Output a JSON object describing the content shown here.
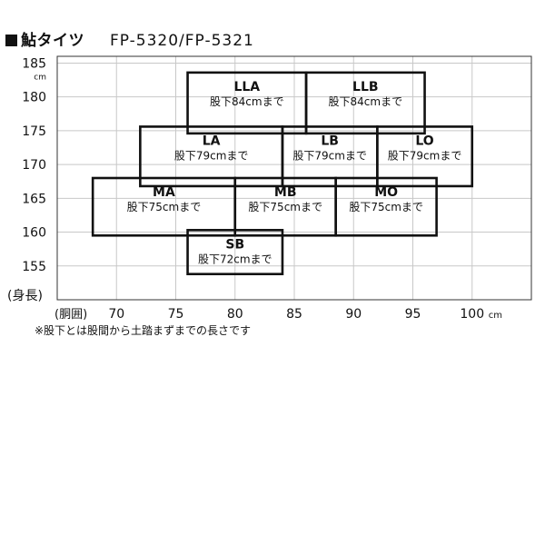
{
  "page": {
    "title": "鮎タイツ",
    "model": "FP-5320/FP-5321",
    "note": "※股下とは股間から土踏まずまでの長さです"
  },
  "colors": {
    "box_stroke": "#111111",
    "grid": "#c8c8c8",
    "axis": "#333333"
  },
  "chart_data": {
    "type": "table",
    "title": "",
    "xlabel": "(胴囲)",
    "ylabel": "(身長)",
    "x_unit": "cm",
    "y_unit": "cm",
    "xlim": [
      65,
      105
    ],
    "ylim": [
      150,
      186
    ],
    "x_ticks": [
      70,
      75,
      80,
      85,
      90,
      95,
      100
    ],
    "y_ticks": [
      155,
      160,
      165,
      170,
      175,
      180,
      185
    ],
    "grid": true,
    "sizes": [
      {
        "name": "LLA",
        "note": "股下84cmまで",
        "waist": [
          76,
          86
        ],
        "height": [
          174.6,
          183.6
        ]
      },
      {
        "name": "LLB",
        "note": "股下84cmまで",
        "waist": [
          86,
          96
        ],
        "height": [
          174.6,
          183.6
        ]
      },
      {
        "name": "LA",
        "note": "股下79cmまで",
        "waist": [
          72,
          84
        ],
        "height": [
          166.8,
          175.6
        ]
      },
      {
        "name": "LB",
        "note": "股下79cmまで",
        "waist": [
          84,
          92
        ],
        "height": [
          166.8,
          175.6
        ]
      },
      {
        "name": "LO",
        "note": "股下79cmまで",
        "waist": [
          92,
          100
        ],
        "height": [
          166.8,
          175.6
        ]
      },
      {
        "name": "MA",
        "note": "股下75cmまで",
        "waist": [
          68,
          80
        ],
        "height": [
          159.5,
          168
        ]
      },
      {
        "name": "MB",
        "note": "股下75cmまで",
        "waist": [
          80,
          88.5
        ],
        "height": [
          159.5,
          168
        ]
      },
      {
        "name": "MO",
        "note": "股下75cmまで",
        "waist": [
          88.5,
          97
        ],
        "height": [
          159.5,
          168
        ]
      },
      {
        "name": "SB",
        "note": "股下72cmまで",
        "waist": [
          76,
          84
        ],
        "height": [
          153.8,
          160.3
        ]
      }
    ]
  }
}
